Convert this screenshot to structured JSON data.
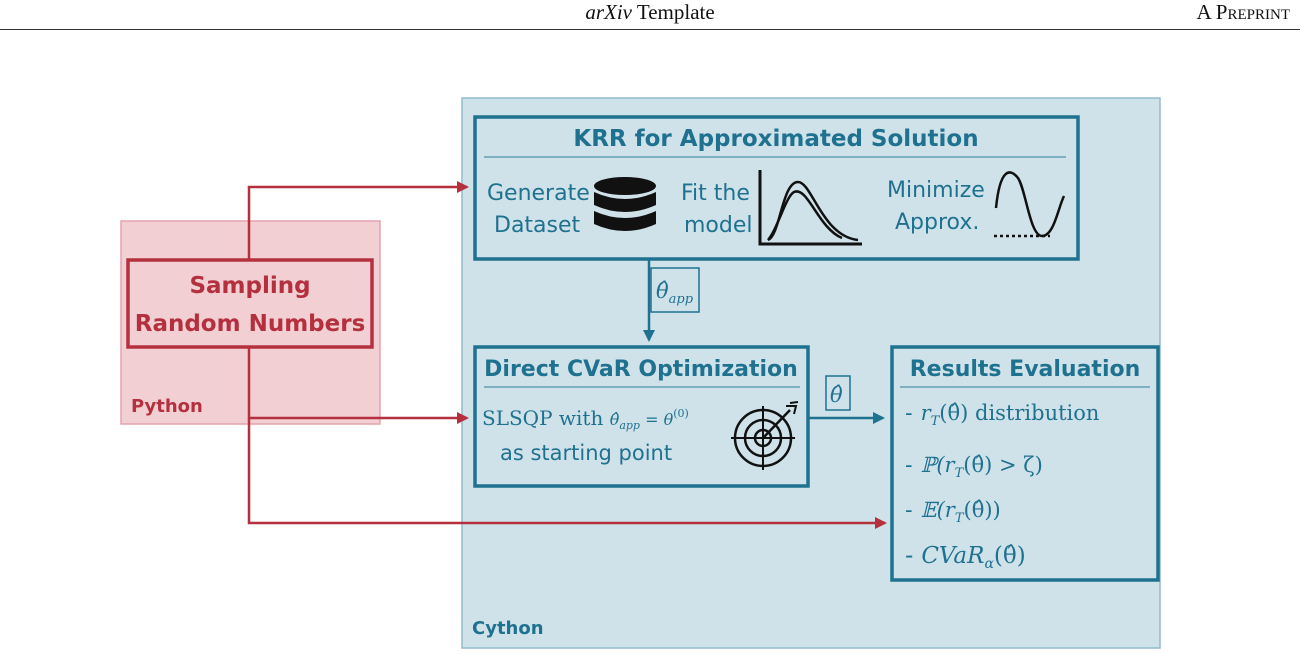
{
  "header": {
    "title_italic": "arXiv",
    "title_rest": " Template",
    "right": "A Preprint"
  },
  "diagram": {
    "python": {
      "label": "Python",
      "box_line1": "Sampling",
      "box_line2": "Random Numbers"
    },
    "cython": {
      "label": "Cython"
    },
    "krr": {
      "title": "KRR for Approximated Solution",
      "step1_line1": "Generate",
      "step1_line2": "Dataset",
      "step2_line1": "Fit the",
      "step2_line2": "model",
      "step3_line1": "Minimize",
      "step3_line2": "Approx."
    },
    "edge_app": {
      "symbol": "θ̂",
      "subscript": "app"
    },
    "cvar": {
      "title": "Direct CVaR Optimization",
      "line1_prefix": "SLSQP with ",
      "line1_theta": "θ̂",
      "line1_sub": "app",
      "line1_eq": " = θ",
      "line1_sup": "(0)",
      "line2": "as starting point"
    },
    "edge_theta": {
      "symbol": "θ̂"
    },
    "results": {
      "title": "Results Evaluation",
      "items": [
        {
          "dash": "-",
          "text": "r",
          "sub": "T",
          "rest": "(θ̂) distribution"
        },
        {
          "dash": "-",
          "text": "ℙ(r",
          "sub": "T",
          "rest": "(θ̂) > ζ)"
        },
        {
          "dash": "-",
          "text": "𝔼(r",
          "sub": "T",
          "rest": "(θ̂))"
        },
        {
          "dash": "-",
          "text": "CVaR",
          "sub": "α",
          "rest": "(θ̂)"
        }
      ]
    },
    "colors": {
      "python_fill": "#f1cfd3",
      "python_border": "#e3a3ab",
      "python_red": "#b5303e",
      "cython_fill": "#cfe2e9",
      "cython_border": "#8fbccc",
      "teal": "#1f7190"
    },
    "icons": [
      "database-icon",
      "fit-curve-icon",
      "minimize-curve-icon",
      "target-icon"
    ]
  }
}
